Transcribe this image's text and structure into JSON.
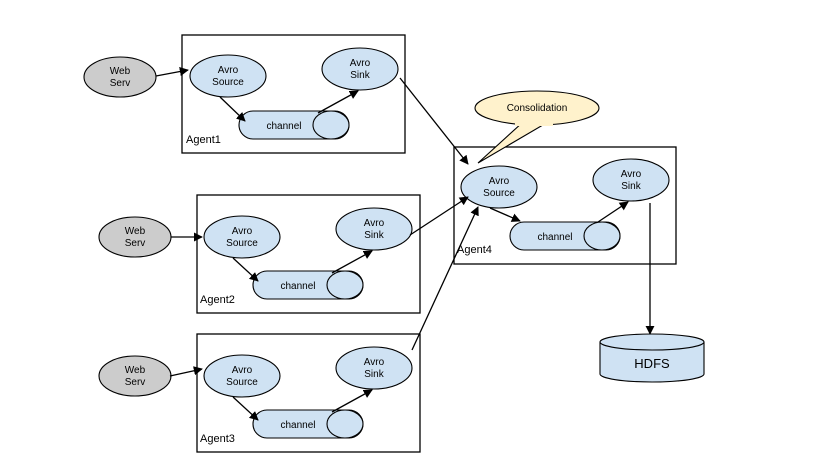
{
  "agents": [
    {
      "label": "Agent1",
      "web": [
        "Web",
        "Serv"
      ],
      "source": [
        "Avro",
        "Source"
      ],
      "sink": [
        "Avro",
        "Sink"
      ],
      "channel": "channel"
    },
    {
      "label": "Agent2",
      "web": [
        "Web",
        "Serv"
      ],
      "source": [
        "Avro",
        "Source"
      ],
      "sink": [
        "Avro",
        "Sink"
      ],
      "channel": "channel"
    },
    {
      "label": "Agent3",
      "web": [
        "Web",
        "Serv"
      ],
      "source": [
        "Avro",
        "Source"
      ],
      "sink": [
        "Avro",
        "Sink"
      ],
      "channel": "channel"
    }
  ],
  "agent4": {
    "label": "Agent4",
    "source": [
      "Avro",
      "Source"
    ],
    "sink": [
      "Avro",
      "Sink"
    ],
    "channel": "channel"
  },
  "callout": "Consolidation",
  "hdfs": "HDFS"
}
